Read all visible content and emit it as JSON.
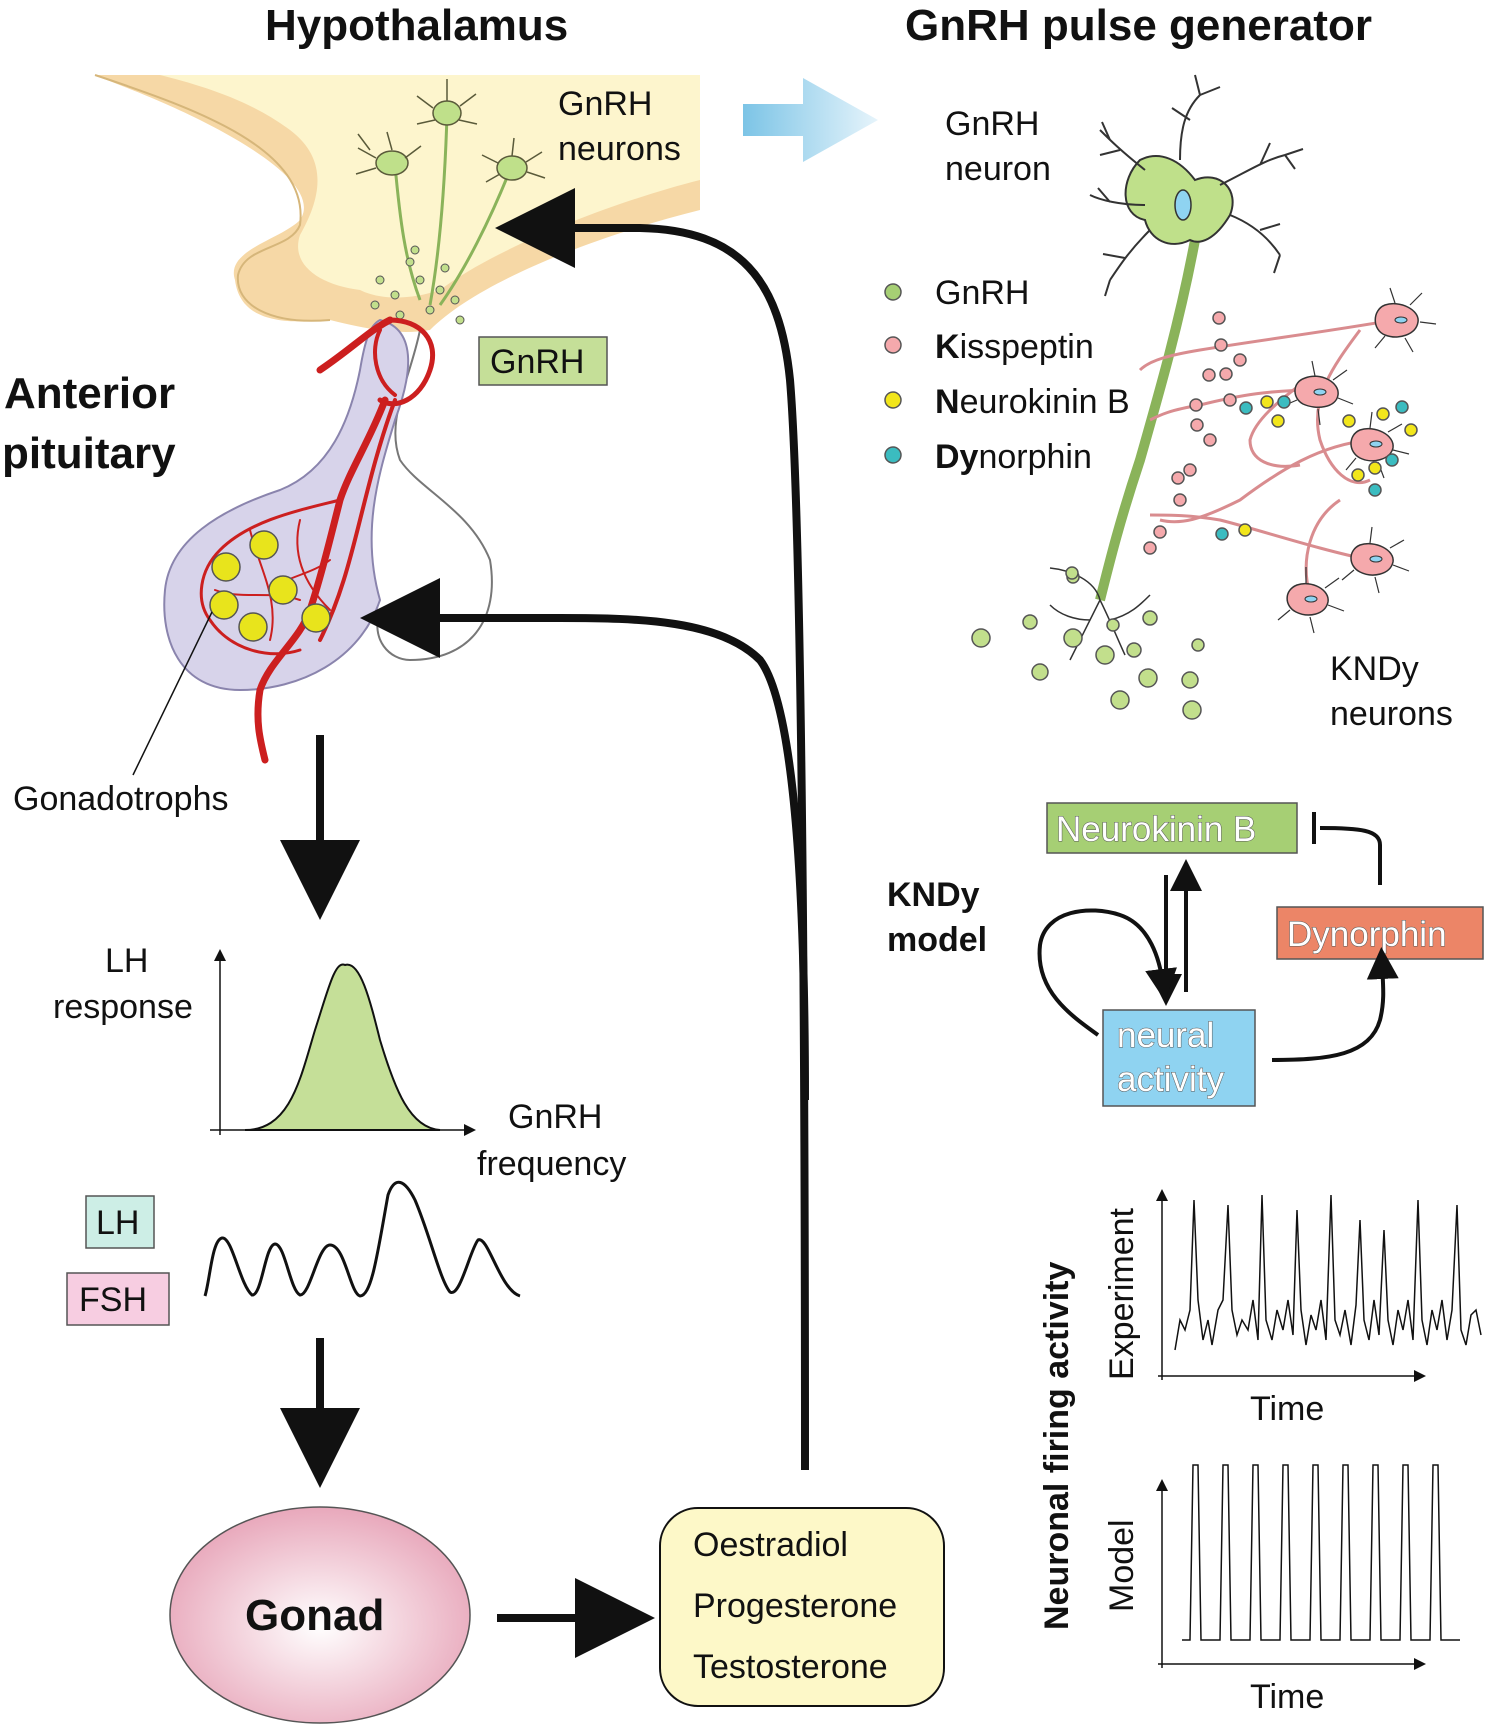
{
  "titles": {
    "left": "Hypothalamus",
    "right": "GnRH pulse generator"
  },
  "hypothalamus": {
    "neurons_label_1": "GnRH",
    "neurons_label_2": "neurons",
    "gnrh_box": "GnRH"
  },
  "pituitary": {
    "label_1": "Anterior",
    "label_2": "pituitary",
    "gonadotrophs": "Gonadotrophs"
  },
  "lh_plot": {
    "ylabel_1": "LH",
    "ylabel_2": "response",
    "xlabel_1": "GnRH",
    "xlabel_2": "frequency"
  },
  "hormones": {
    "lh": "LH",
    "fsh": "FSH"
  },
  "gonad": {
    "label": "Gonad"
  },
  "steroids": [
    "Oestradiol",
    "Progesterone",
    "Testosterone"
  ],
  "generator": {
    "neuron_label_1": "GnRH",
    "neuron_label_2": "neuron",
    "kndy_label_1": "KNDy",
    "kndy_label_2": "neurons",
    "legend": [
      {
        "bold": "",
        "rest": "GnRH",
        "color": "#a6cf74"
      },
      {
        "bold": "K",
        "rest": "isspeptin",
        "color": "#f5a9ac"
      },
      {
        "bold": "N",
        "rest": "eurokinin B",
        "color": "#f2e61b"
      },
      {
        "bold": "Dy",
        "rest": "norphin",
        "color": "#3bbcc0"
      }
    ]
  },
  "kndy_model": {
    "label_1": "KNDy",
    "label_2": "model",
    "nkb": "Neurokinin B",
    "dynorphin": "Dynorphin",
    "neural_1": "neural",
    "neural_2": "activity"
  },
  "firing": {
    "axis_title": "Neuronal firing activity",
    "experiment": "Experiment",
    "model": "Model",
    "time_1": "Time",
    "time_2": "Time"
  },
  "colors": {
    "gnrh_green": "#c5df98",
    "lh_teal": "#cdeee6",
    "fsh_pink": "#f7cde1",
    "steroid_yellow": "#fdf8c8",
    "nkb_box": "#a6cf74",
    "dyn_box": "#ec8567",
    "neural_box": "#8fd3f1",
    "vessel_red": "#cc1f1f"
  }
}
